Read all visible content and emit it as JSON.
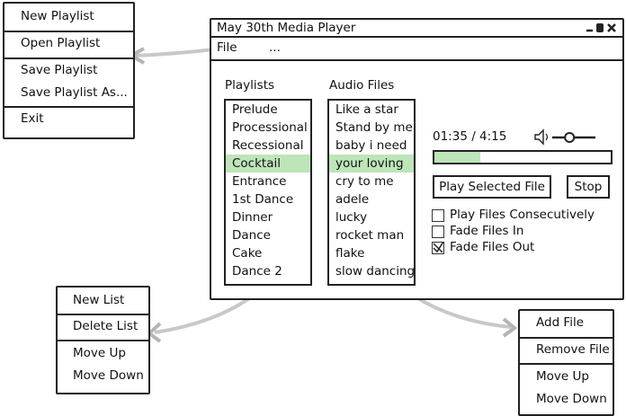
{
  "file_menu": {
    "items": [
      "New Playlist",
      "Open Playlist",
      "Save Playlist",
      "Save Playlist As...",
      "Exit"
    ]
  },
  "window": {
    "title": "May 30th Media Player",
    "controls": [
      "minimize-icon",
      "restore-icon",
      "close-icon"
    ],
    "menubar": {
      "file": "File",
      "more": "..."
    }
  },
  "playlists": {
    "label": "Playlists",
    "items": [
      "Prelude",
      "Processional",
      "Recessional",
      "Cocktail",
      "Entrance",
      "1st Dance",
      "Dinner",
      "Dance",
      "Cake",
      "Dance 2"
    ],
    "selected": "Cocktail"
  },
  "audio_files": {
    "label": "Audio Files",
    "items": [
      "Like a star",
      "Stand by me",
      "baby i need",
      "your loving",
      "cry to me",
      "adele",
      "lucky",
      "rocket man",
      "flake",
      "slow dancing"
    ],
    "selected": "your loving"
  },
  "player": {
    "time": "01:35 / 4:15",
    "progress": 0.26,
    "volume": 0.4,
    "play_button": "Play Selected File",
    "stop_button": "Stop",
    "options": [
      {
        "label": "Play Files Consecutively",
        "checked": false
      },
      {
        "label": "Fade Files In",
        "checked": false
      },
      {
        "label": "Fade Files Out",
        "checked": true
      }
    ]
  },
  "playlist_context_menu": {
    "items": [
      "New List",
      "Delete List",
      "Move Up",
      "Move Down"
    ]
  },
  "file_context_menu": {
    "items": [
      "Add File",
      "Remove File",
      "Move Up",
      "Move Down"
    ]
  },
  "colors": {
    "selection": "#bde5b9",
    "progress": "#bde5b9",
    "arrow": "#c8c8c8"
  }
}
